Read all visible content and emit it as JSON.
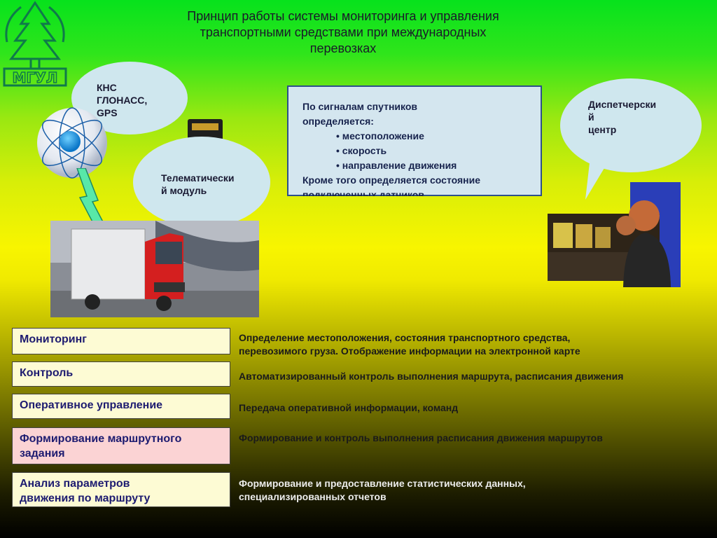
{
  "slide": {
    "title_lines": [
      "Принцип работы системы мониторинга и управления",
      "транспортными средствами  при международных",
      "перевозках"
    ]
  },
  "logo": {
    "text": "МГУЛ"
  },
  "bubbles": {
    "satellite": [
      "КНС",
      "ГЛОНАСС,",
      "GPS"
    ],
    "telematics": [
      "Телематически",
      "й модуль"
    ],
    "dispatch": [
      "Диспетчерски",
      "й",
      "центр"
    ]
  },
  "info_box": {
    "lines": [
      {
        "text": "По сигналам спутников",
        "bullet": false
      },
      {
        "text": "определяется:",
        "bullet": false
      },
      {
        "text": "• местоположение",
        "bullet": true
      },
      {
        "text": "• скорость",
        "bullet": true
      },
      {
        "text": "• направление движения",
        "bullet": true
      },
      {
        "text": "Кроме того определяется состояние",
        "bullet": false
      },
      {
        "text": "подключенных датчиков",
        "bullet": false
      }
    ]
  },
  "functions": [
    {
      "label_lines": [
        "Мониторинг"
      ],
      "desc_lines": [
        "Определение местоположения, состояния транспортного средства,",
        "перевозимого груза. Отображение информации на электронной карте"
      ],
      "pink": false
    },
    {
      "label_lines": [
        "Контроль"
      ],
      "desc_lines": [
        "Автоматизированный контроль выполнения маршрута, расписания движения"
      ],
      "pink": false
    },
    {
      "label_lines": [
        "Оперативное управление"
      ],
      "desc_lines": [
        "Передача оперативной информации, команд"
      ],
      "pink": false
    },
    {
      "label_lines": [
        "Формирование маршрутного",
        "задания"
      ],
      "desc_lines": [
        "Формирование и контроль выполнения расписания движения маршрутов"
      ],
      "pink": true
    },
    {
      "label_lines": [
        "Анализ параметров",
        "движения по маршруту"
      ],
      "desc_lines": [
        "Формирование и предоставление статистических данных,",
        "специализированных отчетов"
      ],
      "pink": false
    }
  ],
  "colors": {
    "bubble": "#cfe7ee",
    "info_border": "#2d4f8a",
    "label_bg": "#fdfbd4",
    "label_pink": "#fbd3d4",
    "label_text": "#1d1b70"
  }
}
